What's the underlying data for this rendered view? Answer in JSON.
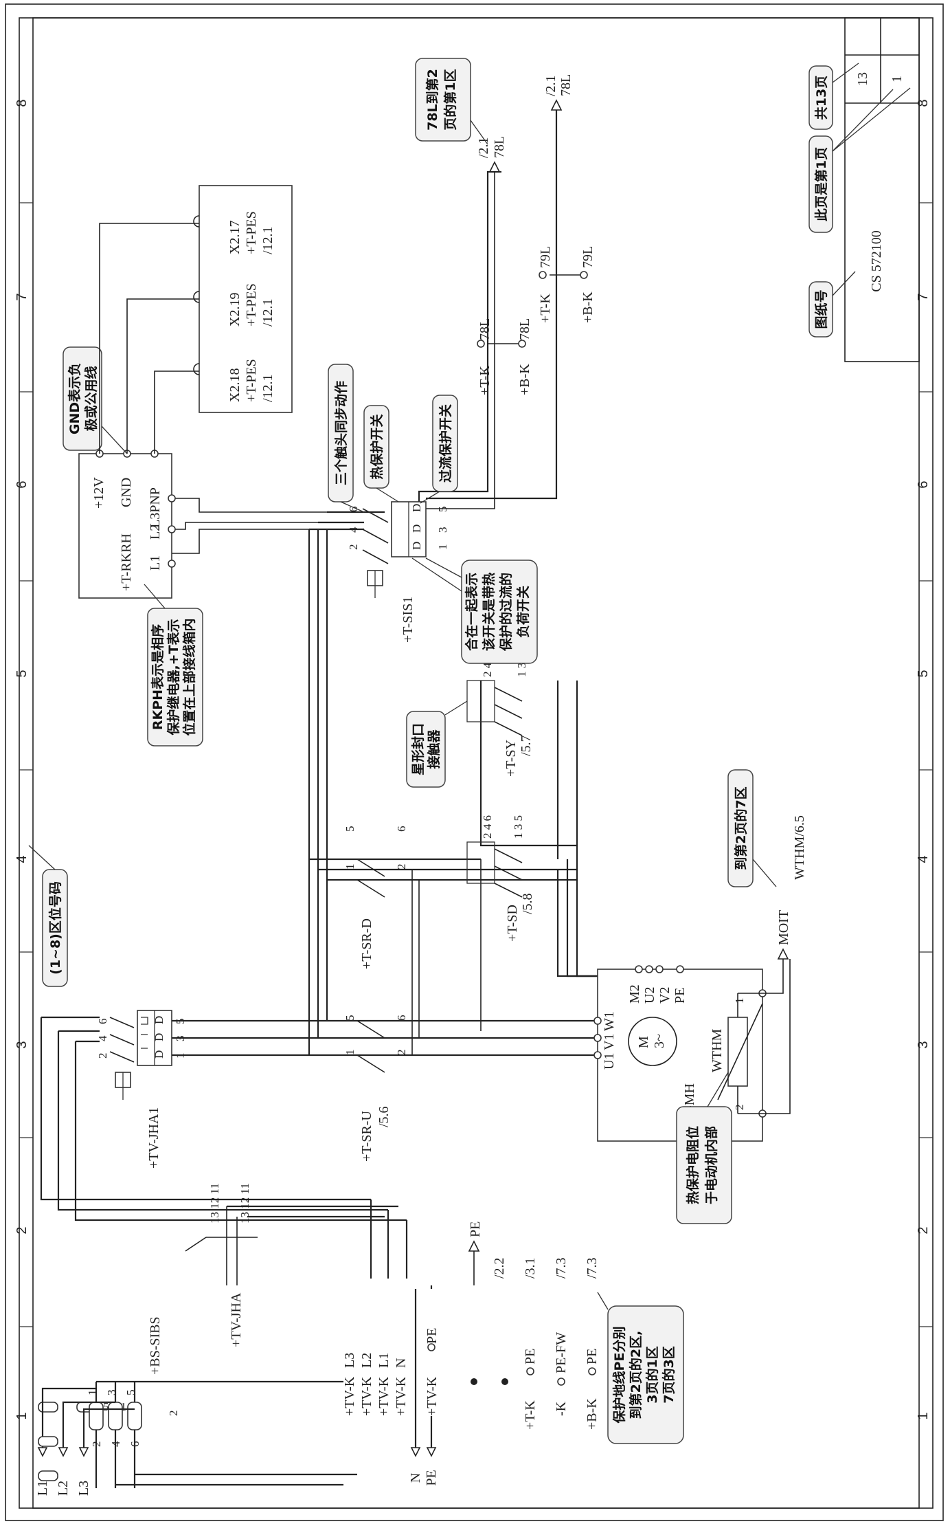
{
  "zones": [
    "1",
    "2",
    "3",
    "4",
    "5",
    "6",
    "7",
    "8"
  ],
  "title_block": {
    "drawing_no": "CS 572100",
    "total_pages": "13",
    "page_no": "1",
    "call_drawing_no": "图纸号",
    "call_page": "此页是第1页",
    "call_total": "共13页"
  },
  "callouts": {
    "zone_code": "(1~8)区位号码",
    "gnd": [
      "GND表示负",
      "极或公用线"
    ],
    "rkrh": [
      "RKPH表示是相序",
      "保护继电器,+T表示",
      "位置在上部接线箱内"
    ],
    "same_action": "三个触头同步动作",
    "thermal_switch": "热保护开关",
    "overcurrent_switch": "过流保护开关",
    "combined": [
      "合在一起表示",
      "该开关是带热",
      "保护的过流的",
      "负荷开关"
    ],
    "star_contactor": [
      "星形封口",
      "接触器"
    ],
    "to_page2_zone7": "到第2页的7区",
    "thermistor": [
      "热保护电阻位",
      "于电动机内部"
    ],
    "page2_ref": [
      "78L到第2",
      "页的第1区"
    ],
    "pe_ref": [
      "保护地线PE分别",
      "到第2页的2区,",
      "3页的1区",
      "7页的3区"
    ]
  },
  "labels": {
    "l1": "L1",
    "l2": "L2",
    "l3": "L3",
    "n": "N",
    "pe": "PE",
    "bs_sibs": "+BS-SIBS",
    "tv_jha": "+TV-JHA",
    "tv_jha1": "+TV-JHA1",
    "t_sr_u": "+T-SR-U",
    "t_sr_u_ref": "/5.6",
    "t_sr_d": "+T-SR-D",
    "t_sd": "+T-SD",
    "t_sd_ref": "/5.8",
    "t_sy": "+T-SY",
    "t_sy_ref": "/5.7",
    "t_sis1": "+T-SIS1",
    "t_rkrh": "+T-RKRH",
    "rk_12v": "+12V",
    "rk_gnd": "GND",
    "rk_l3pnp": "L3PNP",
    "rk_l1": "L1",
    "rk_l2": "L2",
    "motor_m": "M",
    "motor_3": "3~",
    "motor_mh": "-MH",
    "wthm": "WTHM",
    "u1": "U1",
    "v1": "V1",
    "w1": "W1",
    "u2": "U2",
    "v2": "V2",
    "m2": "M2",
    "pe_t": "PE",
    "moit": "MOIT",
    "wthm_ref": "WTHM/6.5",
    "x218": "X2.18",
    "x219": "X2.19",
    "x217": "X2.17",
    "tpes": "+T-PES",
    "ref121": "/12.1",
    "tk78": "+T-K",
    "bk78": "+B-K",
    "l78": "78L",
    "l79": "79L",
    "ref21": "/2.1",
    "tvk": "+TV-K",
    "tvk_pe": "+TV-K",
    "pe_arrow": "PE",
    "ref22": "/2.2",
    "ref31": "/3.1",
    "ref73a": "/7.3",
    "ref73b": "/7.3",
    "tk_pe": "+T-K",
    "k_pe_fw": "-K",
    "pe_fw": "PE-FW",
    "bk_pe": "+B-K",
    "pe_word": "PE"
  }
}
